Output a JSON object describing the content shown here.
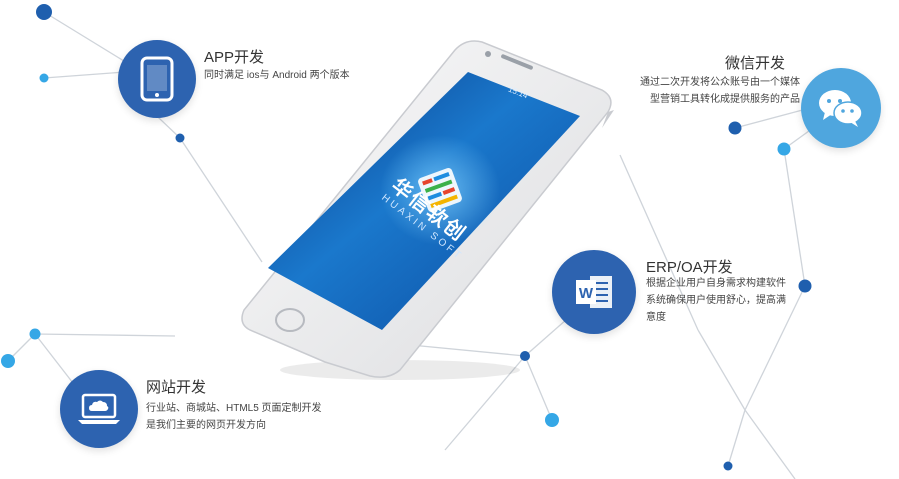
{
  "services": {
    "app": {
      "title": "APP开发",
      "desc": "同时满足 ios与 Android 两个版本",
      "icon": "smartphone-icon"
    },
    "wechat": {
      "title": "微信开发",
      "desc": "通过二次开发将公众账号由一个媒体型营销工具转化成提供服务的产品",
      "icon": "wechat-icon"
    },
    "erp": {
      "title": "ERP/OA开发",
      "desc": "根据企业用户自身需求构建软件系统确保用户使用舒心，提高满意度",
      "icon": "word-document-icon"
    },
    "web": {
      "title": "网站开发",
      "desc": "行业站、商城站、HTML5 页面定制开发是我们主要的网页开发方向",
      "icon": "cloud-laptop-icon"
    }
  },
  "phone": {
    "brand_cn": "华信软创",
    "brand_en": "HUAXIN SOFT",
    "status_time": "15:14",
    "logo_icon": "brand-logo-icon"
  },
  "colors": {
    "badge_dark": "#2d63b0",
    "badge_light": "#4fa6de",
    "node_dark": "#1f5fae",
    "node_light": "#35a7e6",
    "line": "#cfd4da"
  }
}
